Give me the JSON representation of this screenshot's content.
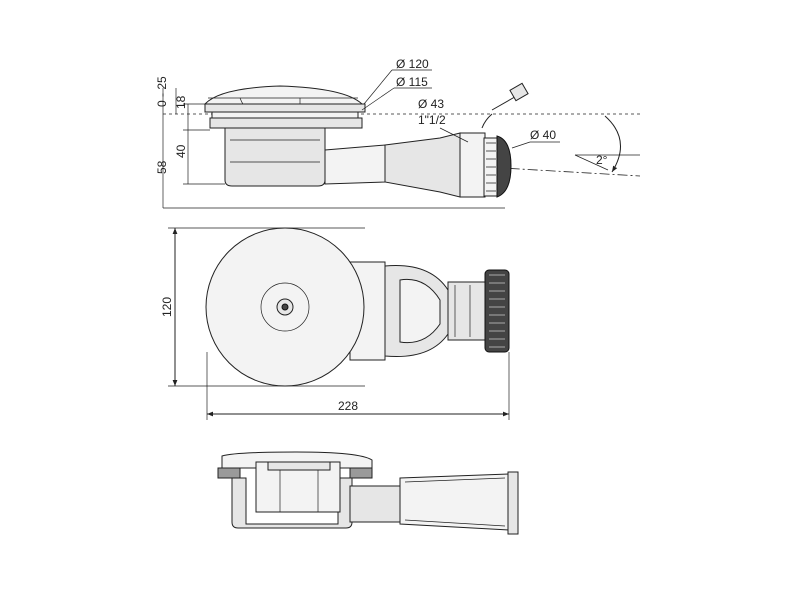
{
  "labels": {
    "dia_120": "Ø 120",
    "dia_115": "Ø 115",
    "dia_43": "Ø 43",
    "thread": "1\"1/2",
    "dia_40": "Ø 40",
    "angle": "2°",
    "h_adjust": "0 - 25",
    "h_18": "18",
    "h_40": "40",
    "h_58": "58",
    "width_120": "120",
    "length_228": "228"
  }
}
